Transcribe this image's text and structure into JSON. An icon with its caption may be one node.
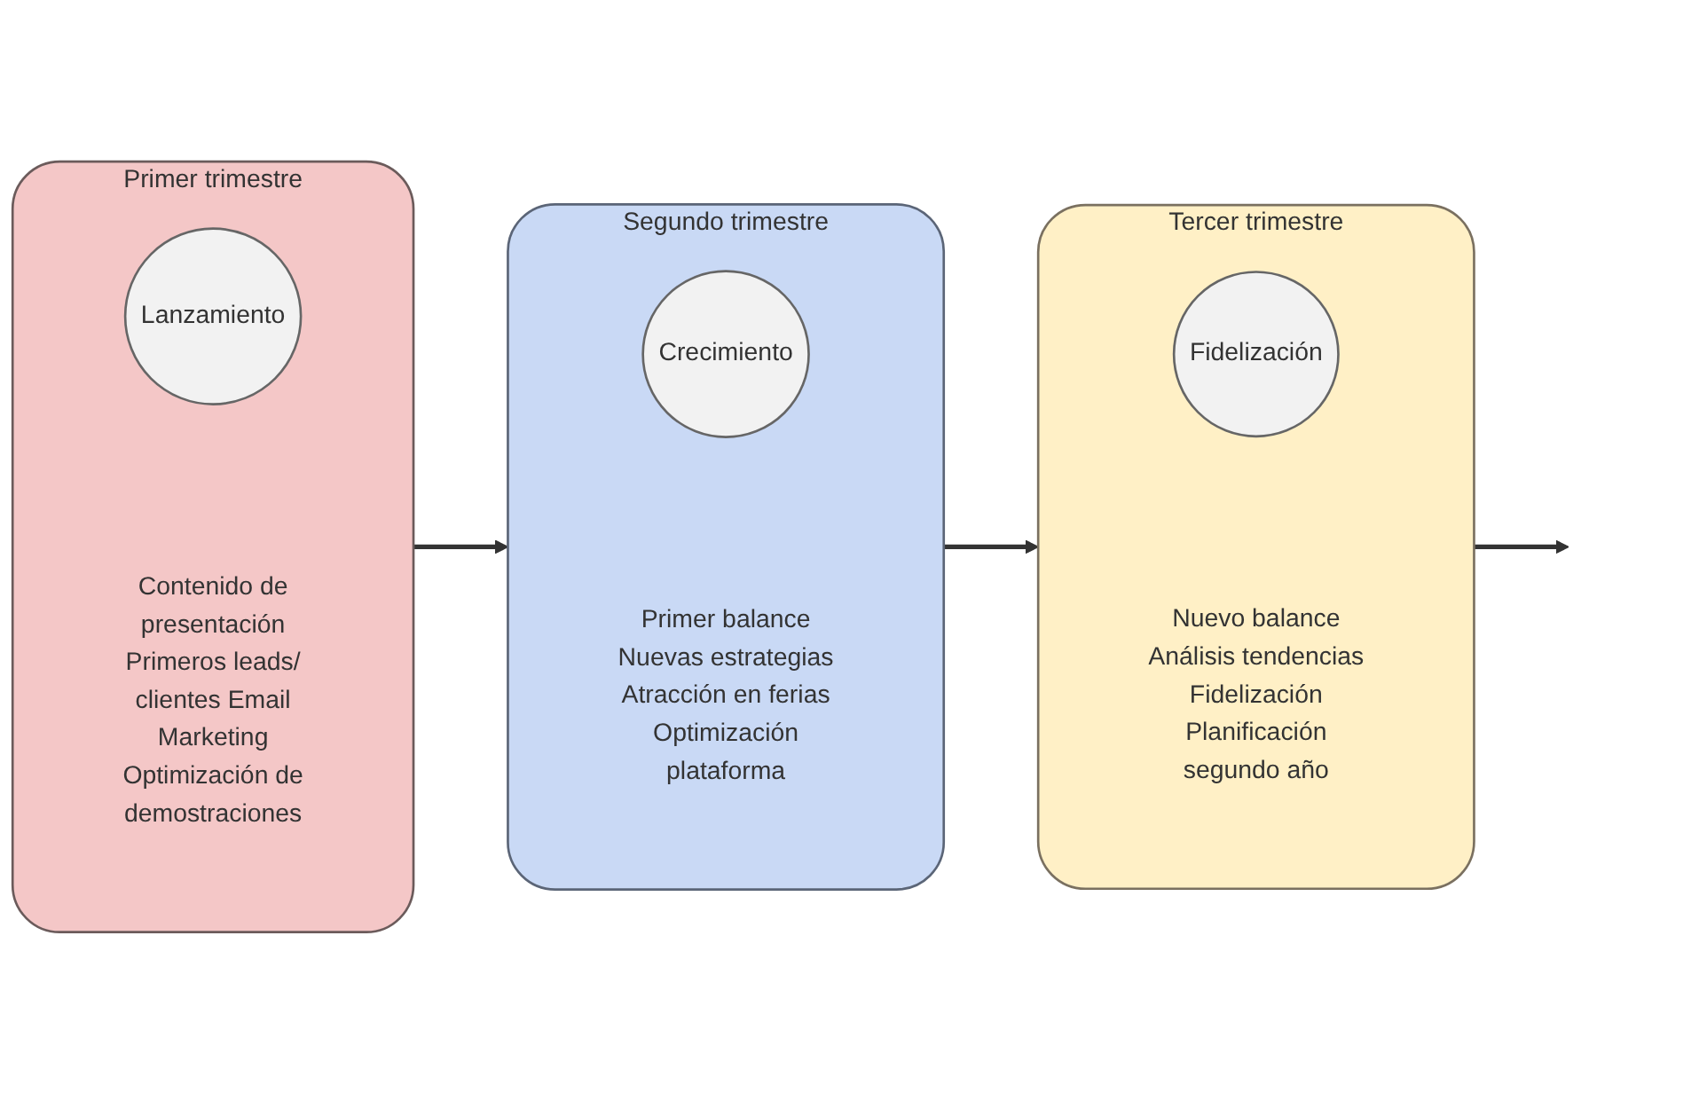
{
  "diagram": {
    "nodes": [
      {
        "text": [
          "Primer trimestre",
          "Contenido de presentación Primeros leads/ clientes Email Marketing Optimización de demostraciones"
        ]
      },
      {
        "text": [
          "Lanzamiento"
        ],
        "in": 0
      },
      {
        "text": [
          "Segundo trimestre",
          "Primer balance Nuevas estrategias Atracción en ferias Optimización plataforma"
        ]
      },
      {
        "text": [
          "Crecimiento"
        ],
        "in": 2
      },
      {
        "text": [
          "Tercer trimestre",
          "Nuevo balance Análisis tendencias Fidelización Planificación segundo año"
        ]
      },
      {
        "text": [
          "Fidelización"
        ],
        "in": 4
      }
    ],
    "edges": [
      {
        "from": 0,
        "to": 2,
        "arrow": "to"
      },
      {
        "from": 2,
        "to": 4,
        "arrow": "to"
      },
      {
        "from": 4,
        "to": null,
        "arrow": "to"
      }
    ]
  }
}
